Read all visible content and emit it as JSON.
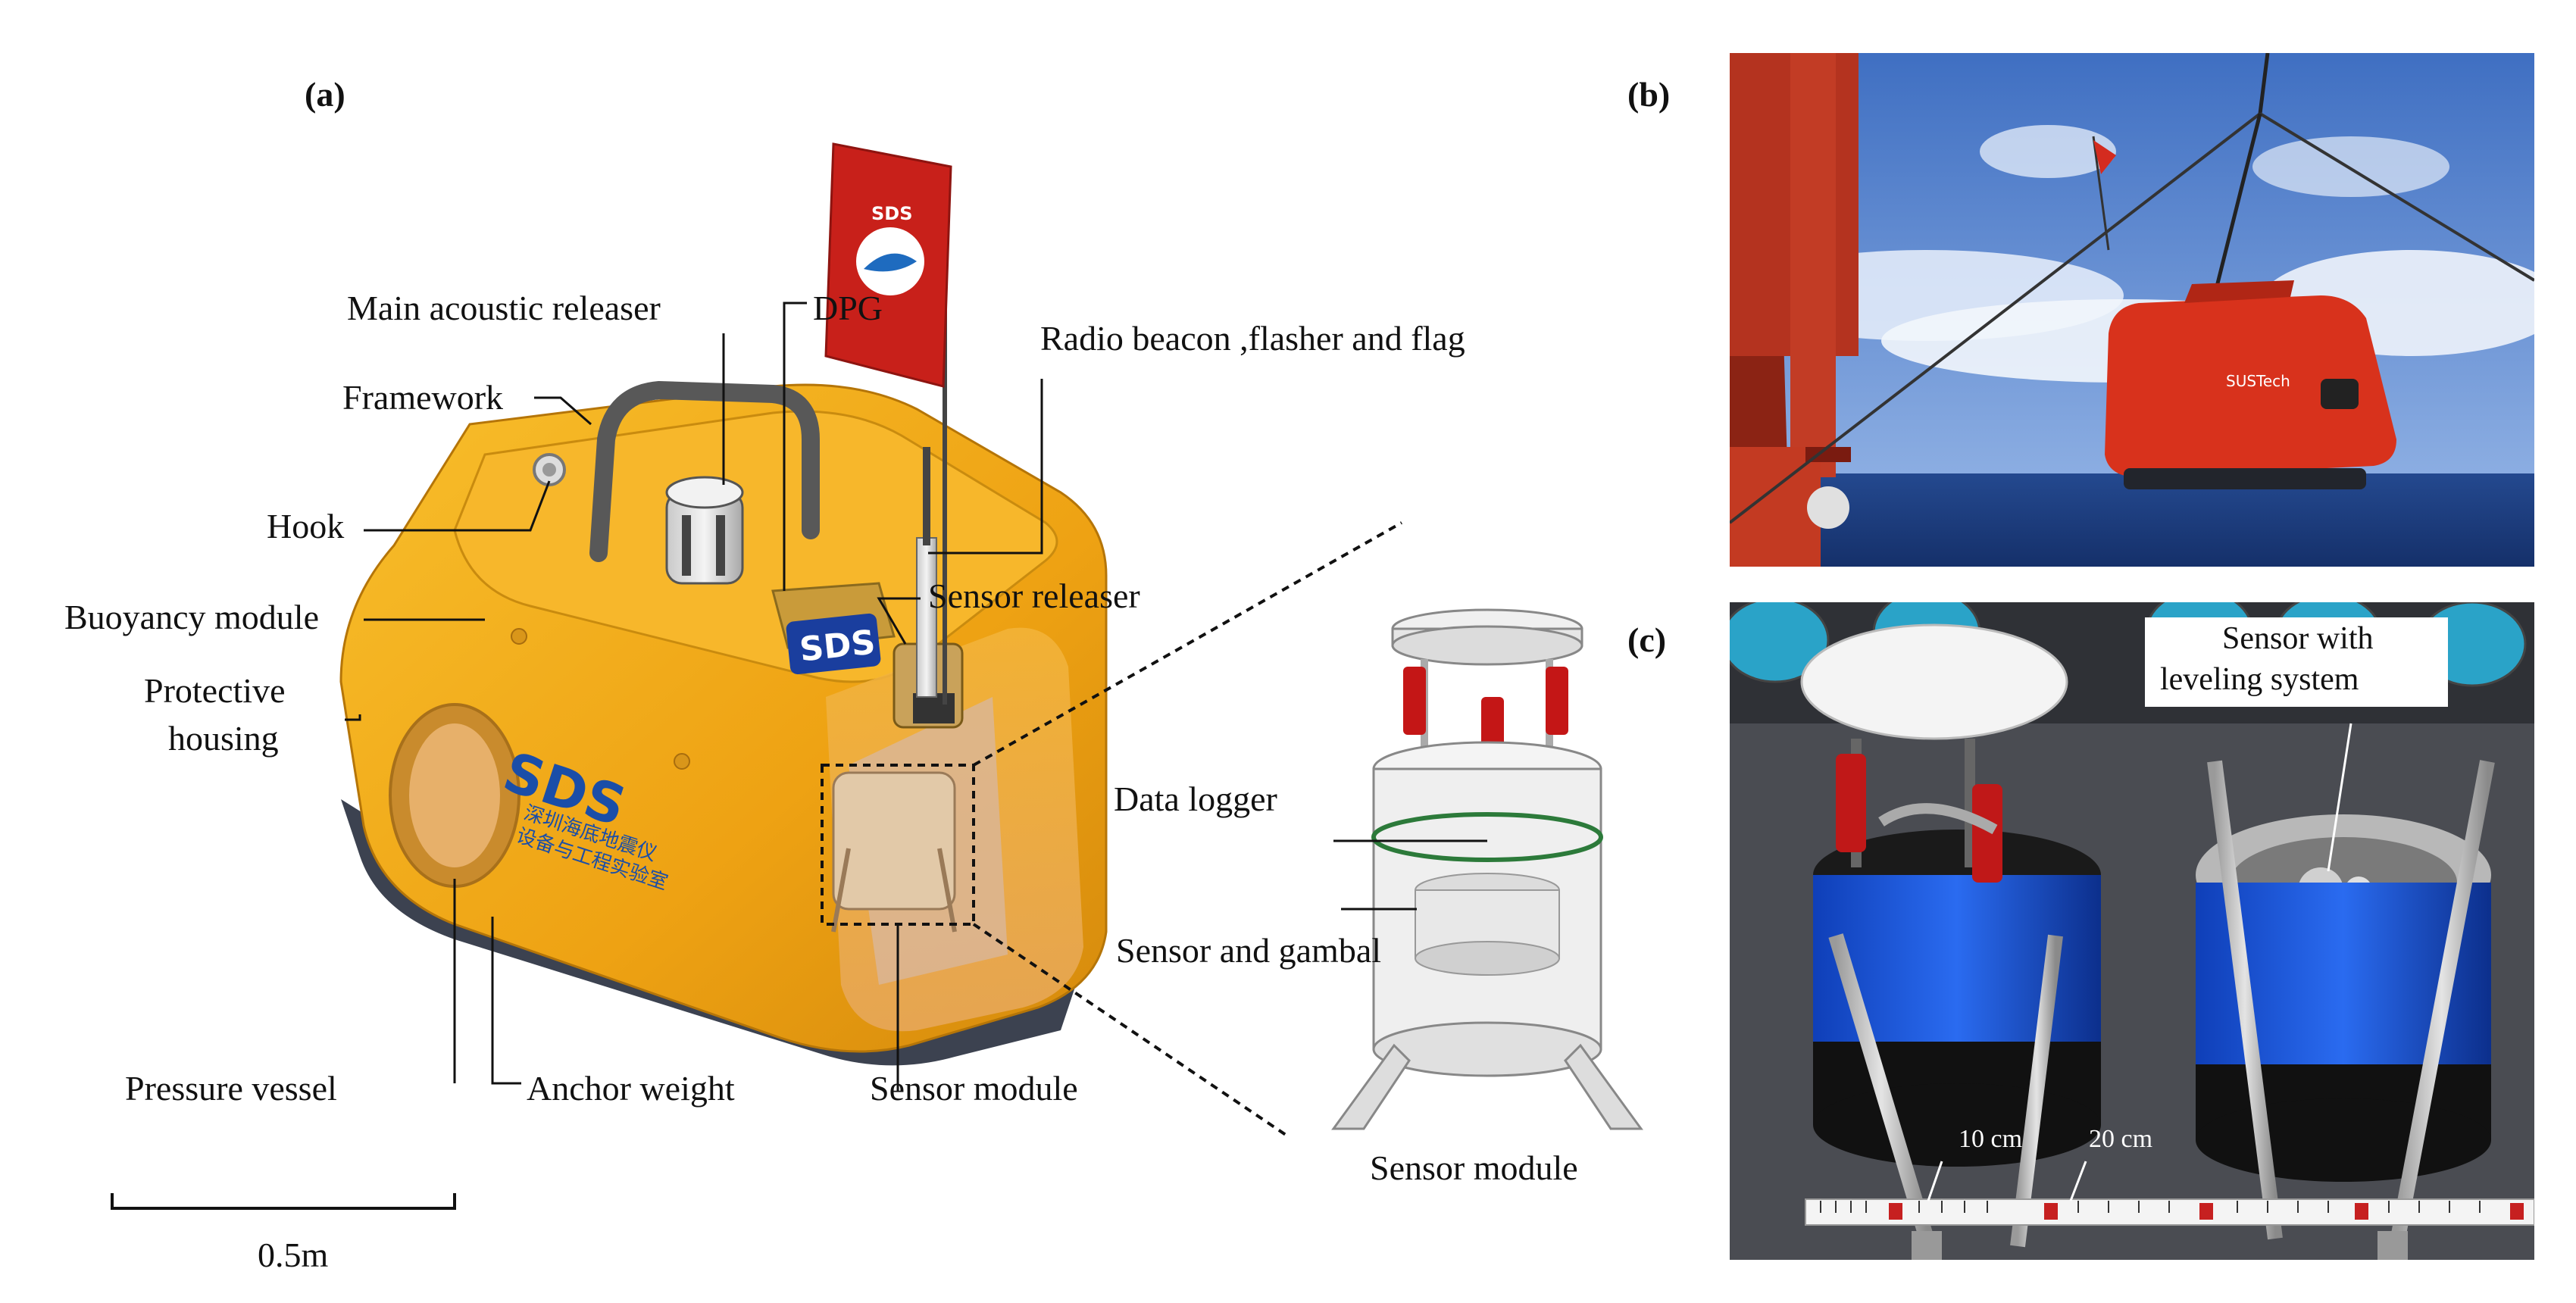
{
  "panels": {
    "a": "(a)",
    "b": "(b)",
    "c": "(c)"
  },
  "labels": {
    "main_acoustic_releaser": "Main acoustic releaser",
    "dpg": "DPG",
    "radio_beacon": "Radio beacon ,flasher and flag",
    "framework": "Framework",
    "hook": "Hook",
    "buoyancy_module": "Buoyancy module",
    "sensor_releaser": "Sensor releaser",
    "protective_housing_line1": "Protective",
    "protective_housing_line2": "housing",
    "data_logger": "Data logger",
    "sensor_and_gambal": "Sensor and gambal",
    "pressure_vessel": "Pressure vessel",
    "anchor_weight": "Anchor weight",
    "sensor_module": "Sensor module",
    "sensor_module_detail": "Sensor module",
    "scale_bar": "0.5m"
  },
  "photo_c": {
    "sensor_line1": "Sensor with",
    "sensor_line2": "leveling system",
    "ruler_10cm": "10 cm",
    "ruler_20cm": "20 cm"
  },
  "photo_b": {
    "brand": "SUSTech"
  },
  "logo_text": {
    "emblem": "SDS",
    "housing_text_line1": "深圳海底地震仪",
    "housing_text_line2": "设备与工程实验室"
  },
  "colors": {
    "housing": "#f0a818",
    "flag": "#c8201a",
    "sea": "#1e3f88",
    "sky": "#5f8fd8",
    "drum": "#1c55d8"
  }
}
